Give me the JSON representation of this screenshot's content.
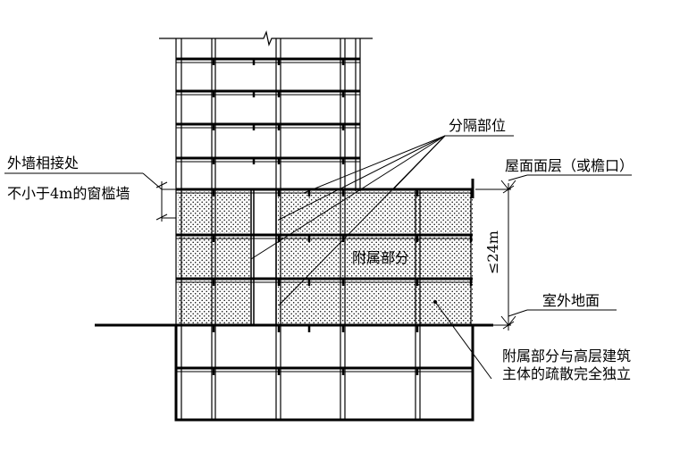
{
  "labels": {
    "wall_junction": "外墙相接处",
    "window_sill_wall": "不小于4m的窗槛墙",
    "separation_location": "分隔部位",
    "roof_surface": "屋面面层（或檐口）",
    "annex_part": "附属部分",
    "height_limit": "≤24m",
    "outdoor_ground": "室外地面",
    "independent_line1": "附属部分与高层建筑",
    "independent_line2": "主体的疏散完全独立"
  },
  "colors": {
    "line": "#000000",
    "hatch_dot": "#000000",
    "background": "#ffffff"
  }
}
